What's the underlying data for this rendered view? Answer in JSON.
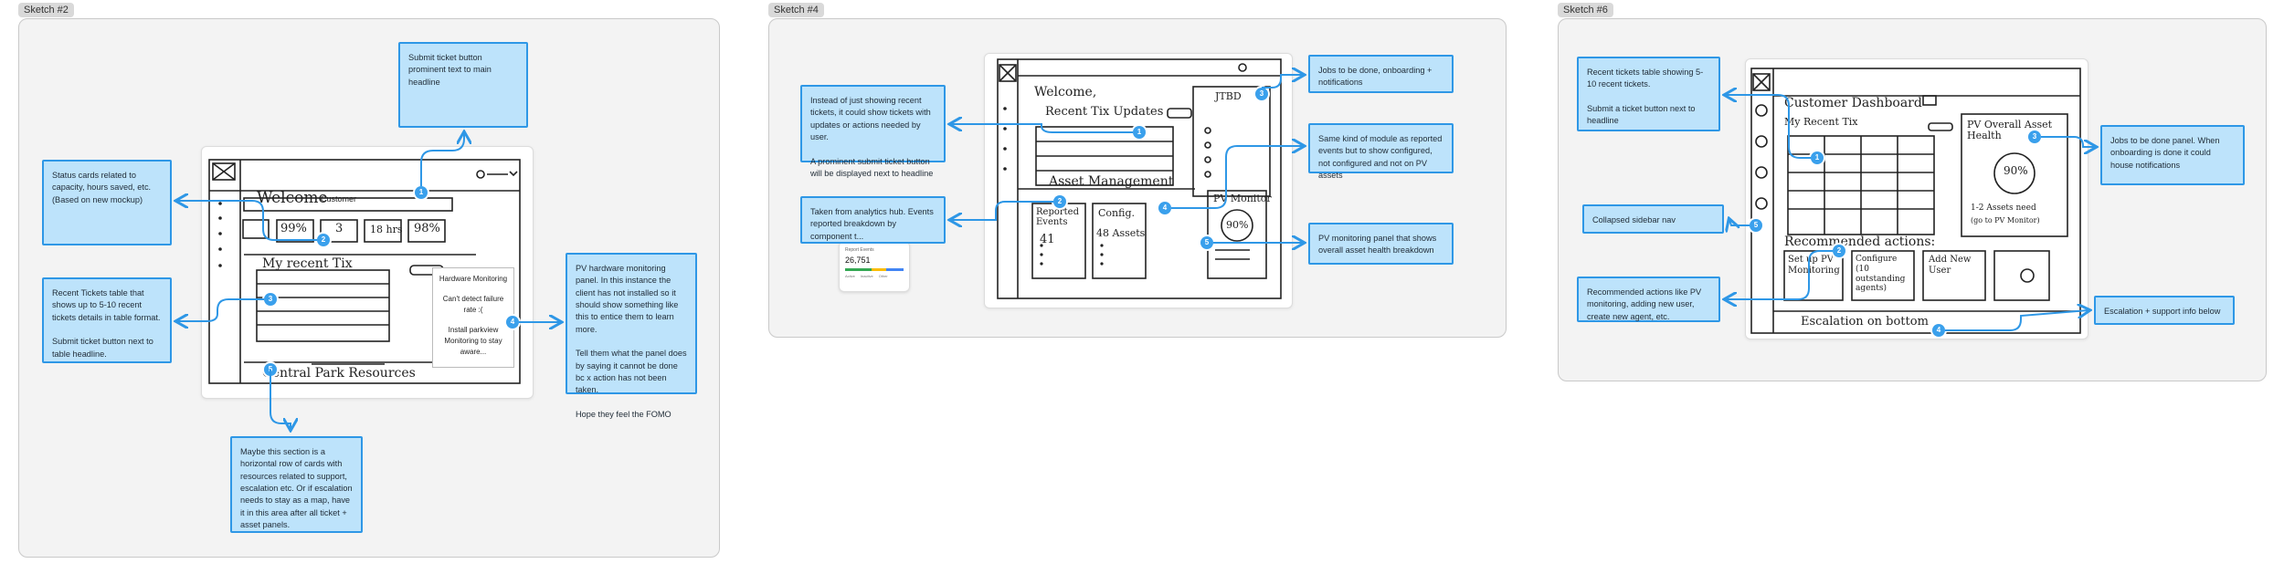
{
  "frames": [
    {
      "label": "Sketch #2",
      "notes": [
        "Submit ticket button prominent text to main headline",
        "Status cards related to capacity, hours saved, etc. (Based on new mockup)",
        "Recent Tickets table that shows up to 5-10 recent tickets details in table format.\n\nSubmit ticket button next to table headline.",
        "Maybe this section is a horizontal row of cards with resources related to support, escalation etc. Or if escalation needs to stay as a map, have it in this area after all ticket + asset panels.",
        "PV hardware monitoring panel. In this instance the client has not installed so it should show something like this to entice them to learn more.\n\nTell them what the panel does by saying it cannot be done bc x action has not been taken.\n\nHope they feel the FOMO"
      ],
      "sketch": {
        "welcome": "Welcome",
        "customer": "Customer",
        "stats": [
          "99%",
          "3",
          "18 hrs",
          "98%"
        ],
        "recent": "My recent Tix",
        "central": "Central Park Resources",
        "panel_title": "Hardware Monitoring",
        "panel_line1": "Can't detect failure rate :(",
        "panel_line2": "Install parkview Monitoring to stay aware..."
      },
      "badges": [
        "1",
        "2",
        "3",
        "4",
        "5"
      ]
    },
    {
      "label": "Sketch #4",
      "notes": [
        "Instead of just showing recent tickets, it could show tickets with updates or actions needed by user.\n\nA prominent submit ticket button will be displayed next to headline",
        "Taken from analytics hub. Events reported breakdown by component t...",
        "Jobs to be done, onboarding + notifications",
        "Same kind of module as reported events but to show configured, not configured and not on PV assets",
        "PV monitoring panel that shows overall asset health breakdown"
      ],
      "sketch": {
        "welcome": "Welcome,",
        "recent": "Recent Tix Updates",
        "jtbd": "JTBD",
        "asset": "Asset Management",
        "reported": "Reported Events",
        "reported_val": "41",
        "config": "Config.",
        "config_val": "48 Assets",
        "pv": "PV Monitor",
        "pv_val": "90%"
      },
      "mini_card": {
        "title": "Report Events",
        "value": "26,751",
        "legend": [
          "Active",
          "Inactive",
          "Other"
        ]
      },
      "badges": [
        "1",
        "2",
        "3",
        "4",
        "5"
      ]
    },
    {
      "label": "Sketch #6",
      "notes": [
        "Recent tickets table showing 5-10 recent tickets.\n\nSubmit a ticket button next to headline",
        "Collapsed sidebar nav",
        "Recommended actions like PV monitoring, adding new user, create new agent, etc.",
        "Jobs to be done panel. When onboarding is done it could house notifications",
        "Escalation + support info below"
      ],
      "sketch": {
        "title": "Customer Dashboard",
        "recent": "My Recent Tix",
        "pv": "PV Overall Asset Health",
        "pv_val": "90%",
        "pv_sub": "1-2 Assets need",
        "pv_sub2": "(go to PV Monitor)",
        "recommended": "Recommended actions:",
        "card1": "Set up PV Monitoring",
        "card2": "Configure (10 outstanding agents)",
        "card3": "Add New User",
        "escalation": "Escalation on bottom"
      },
      "badges": [
        "1",
        "2",
        "3",
        "4",
        "5"
      ]
    }
  ],
  "colors": {
    "note_bg": "#bde3fb",
    "note_border": "#2e97e6",
    "badge": "#3aa0ec",
    "frame_bg": "#f3f3f3"
  }
}
